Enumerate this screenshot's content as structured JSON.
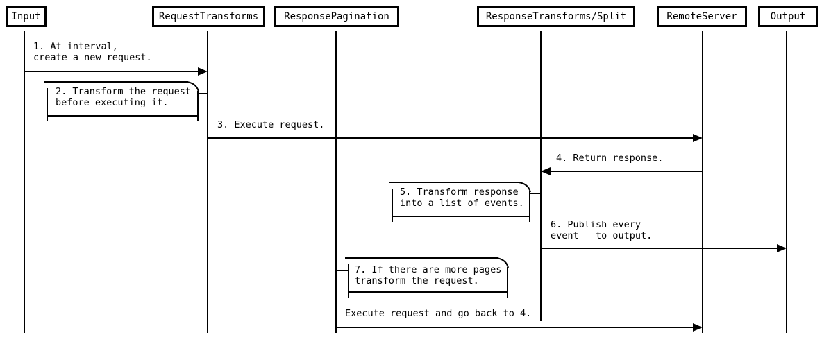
{
  "diagram_type": "sequence",
  "colors": {
    "line": "#000000",
    "text": "#000000",
    "background": "#ffffff"
  },
  "participants": [
    {
      "name": "Input"
    },
    {
      "name": "RequestTransforms"
    },
    {
      "name": "ResponsePagination"
    },
    {
      "name": "ResponseTransforms/Split"
    },
    {
      "name": "RemoteServer"
    },
    {
      "name": "Output"
    }
  ],
  "messages": [
    {
      "kind": "arrow",
      "from": "Input",
      "to": "RequestTransforms",
      "label": "1. At interval,\ncreate a new request."
    },
    {
      "kind": "self",
      "from": "RequestTransforms",
      "to": "RequestTransforms",
      "label": "2. Transform the request\nbefore executing it."
    },
    {
      "kind": "arrow",
      "from": "RequestTransforms",
      "to": "RemoteServer",
      "label": "3. Execute request."
    },
    {
      "kind": "arrow",
      "from": "RemoteServer",
      "to": "ResponseTransforms/Split",
      "label": "4. Return response."
    },
    {
      "kind": "self",
      "from": "ResponseTransforms/Split",
      "to": "ResponseTransforms/Split",
      "label": "5. Transform response\ninto a list of events."
    },
    {
      "kind": "arrow",
      "from": "ResponseTransforms/Split",
      "to": "Output",
      "label": "6. Publish every\nevent   to output."
    },
    {
      "kind": "self",
      "from": "ResponsePagination",
      "to": "ResponsePagination",
      "label": "7. If there are more pages\ntransform the request."
    },
    {
      "kind": "arrow",
      "from": "ResponsePagination",
      "to": "RemoteServer",
      "label": "Execute request and go back to 4."
    }
  ]
}
